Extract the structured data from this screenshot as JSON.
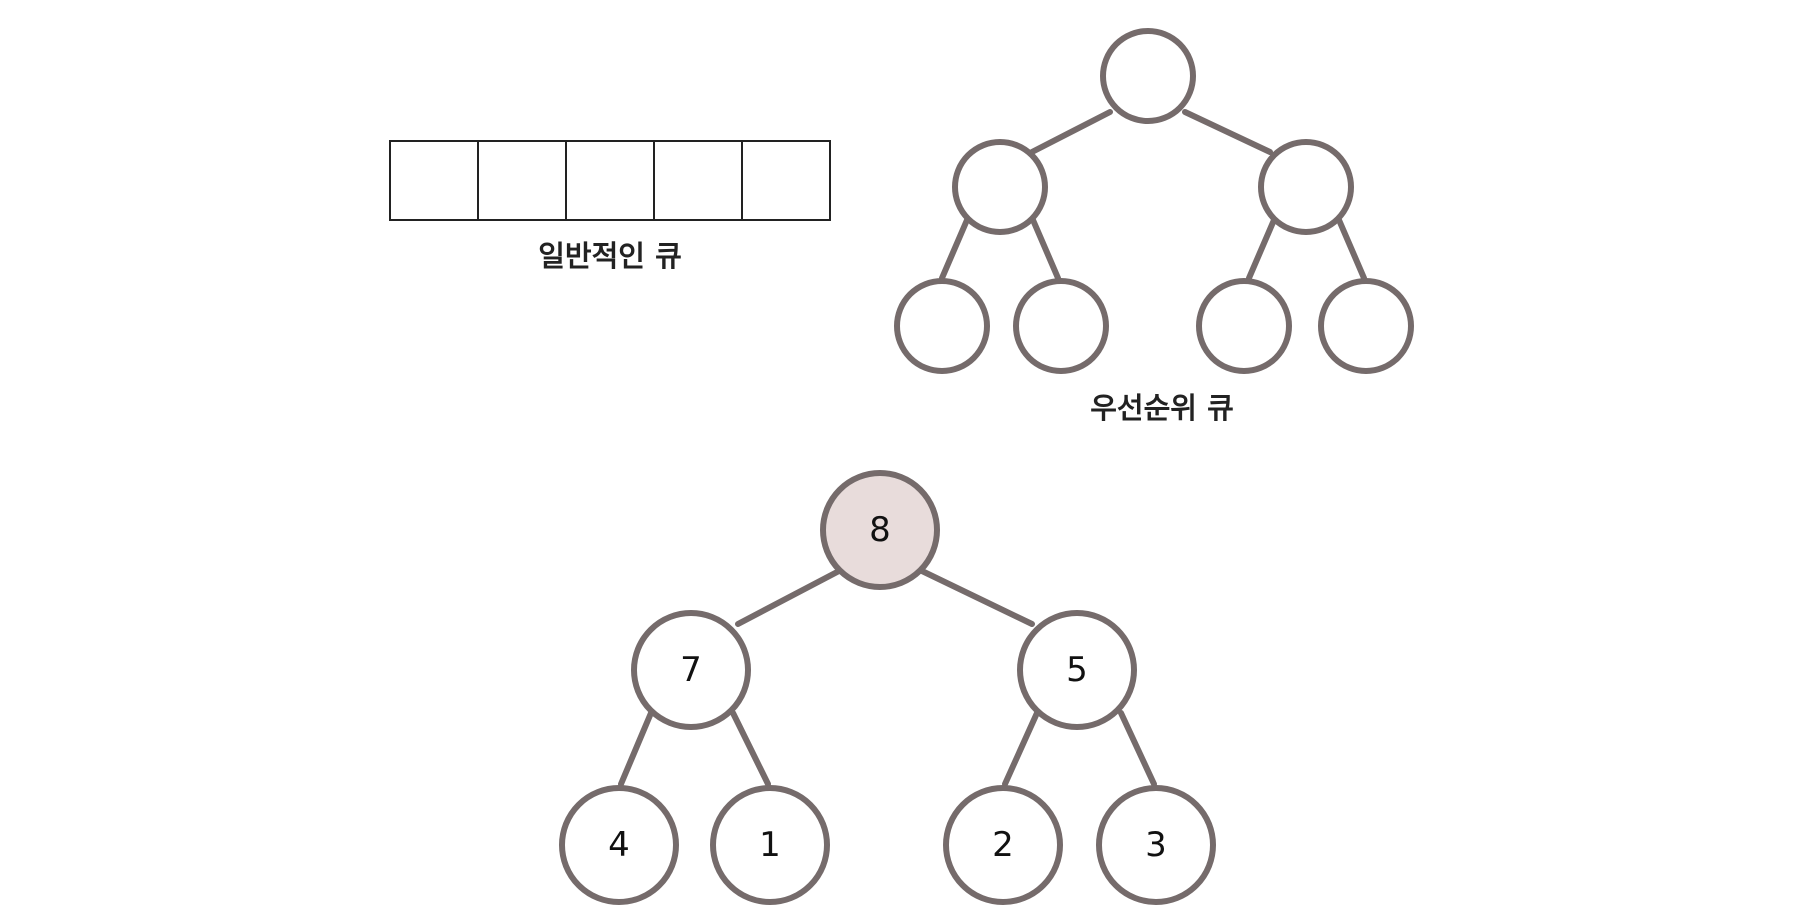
{
  "queue": {
    "caption": "일반적인 큐",
    "cell_count": 5
  },
  "priority_queue": {
    "caption": "우선순위 큐"
  },
  "heap": {
    "root": "8",
    "level2": [
      "7",
      "5"
    ],
    "level3": [
      "4",
      "1",
      "2",
      "3"
    ],
    "highlight_color": "#e8dcdb"
  },
  "colors": {
    "stroke": "#756b6b",
    "text": "#222222"
  }
}
